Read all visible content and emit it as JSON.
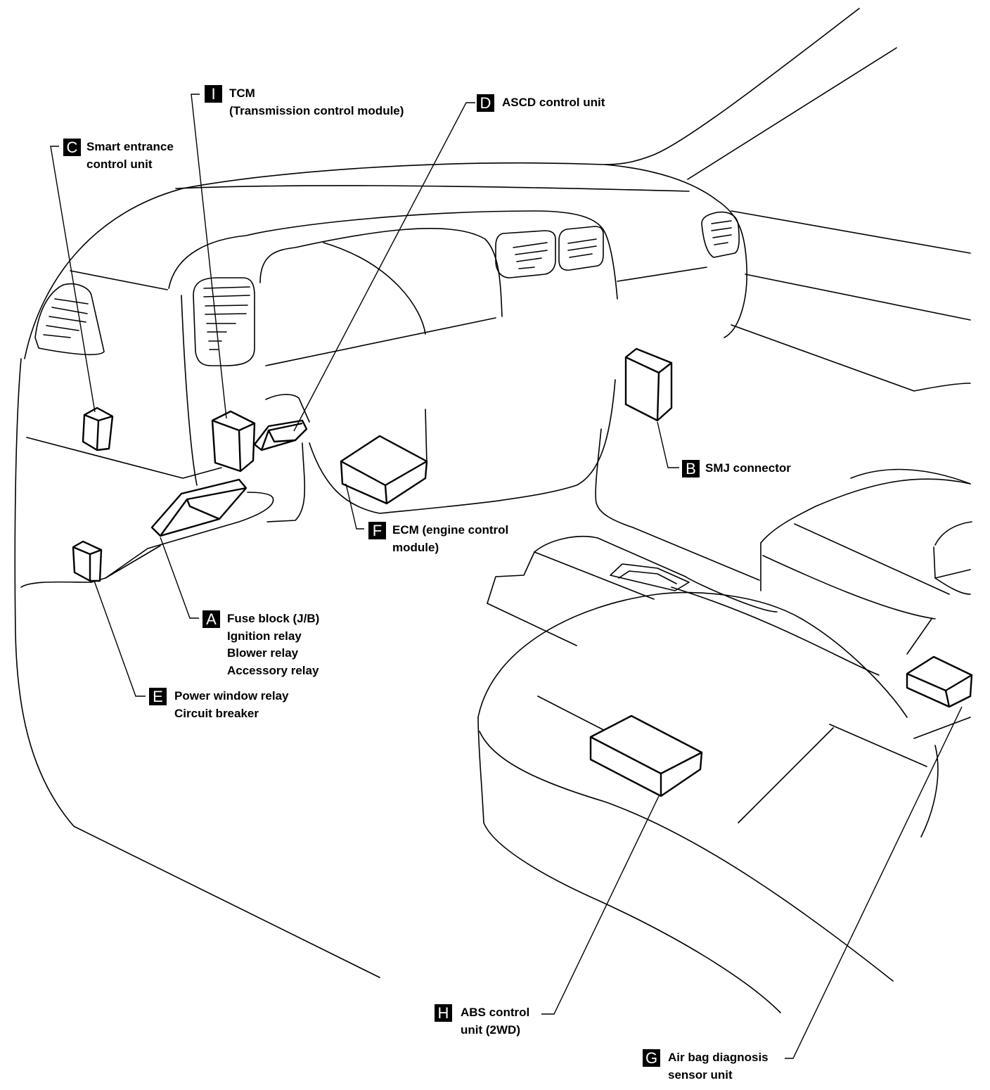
{
  "callouts": {
    "A": {
      "letter": "A",
      "lines": [
        "Fuse block (J/B)",
        "Ignition relay",
        "Blower relay",
        "Accessory relay"
      ]
    },
    "B": {
      "letter": "B",
      "lines": [
        "SMJ connector"
      ]
    },
    "C": {
      "letter": "C",
      "lines": [
        "Smart entrance",
        "control unit"
      ]
    },
    "D": {
      "letter": "D",
      "lines": [
        "ASCD control unit"
      ]
    },
    "E": {
      "letter": "E",
      "lines": [
        "Power window relay",
        "Circuit breaker"
      ]
    },
    "F": {
      "letter": "F",
      "lines": [
        "ECM (engine control",
        "module)"
      ]
    },
    "G": {
      "letter": "G",
      "lines": [
        "Air bag diagnosis",
        "sensor unit"
      ]
    },
    "H": {
      "letter": "H",
      "lines": [
        "ABS control",
        "unit (2WD)"
      ]
    },
    "I": {
      "letter": "I",
      "lines": [
        "TCM",
        "(Transmission control module)"
      ]
    }
  }
}
